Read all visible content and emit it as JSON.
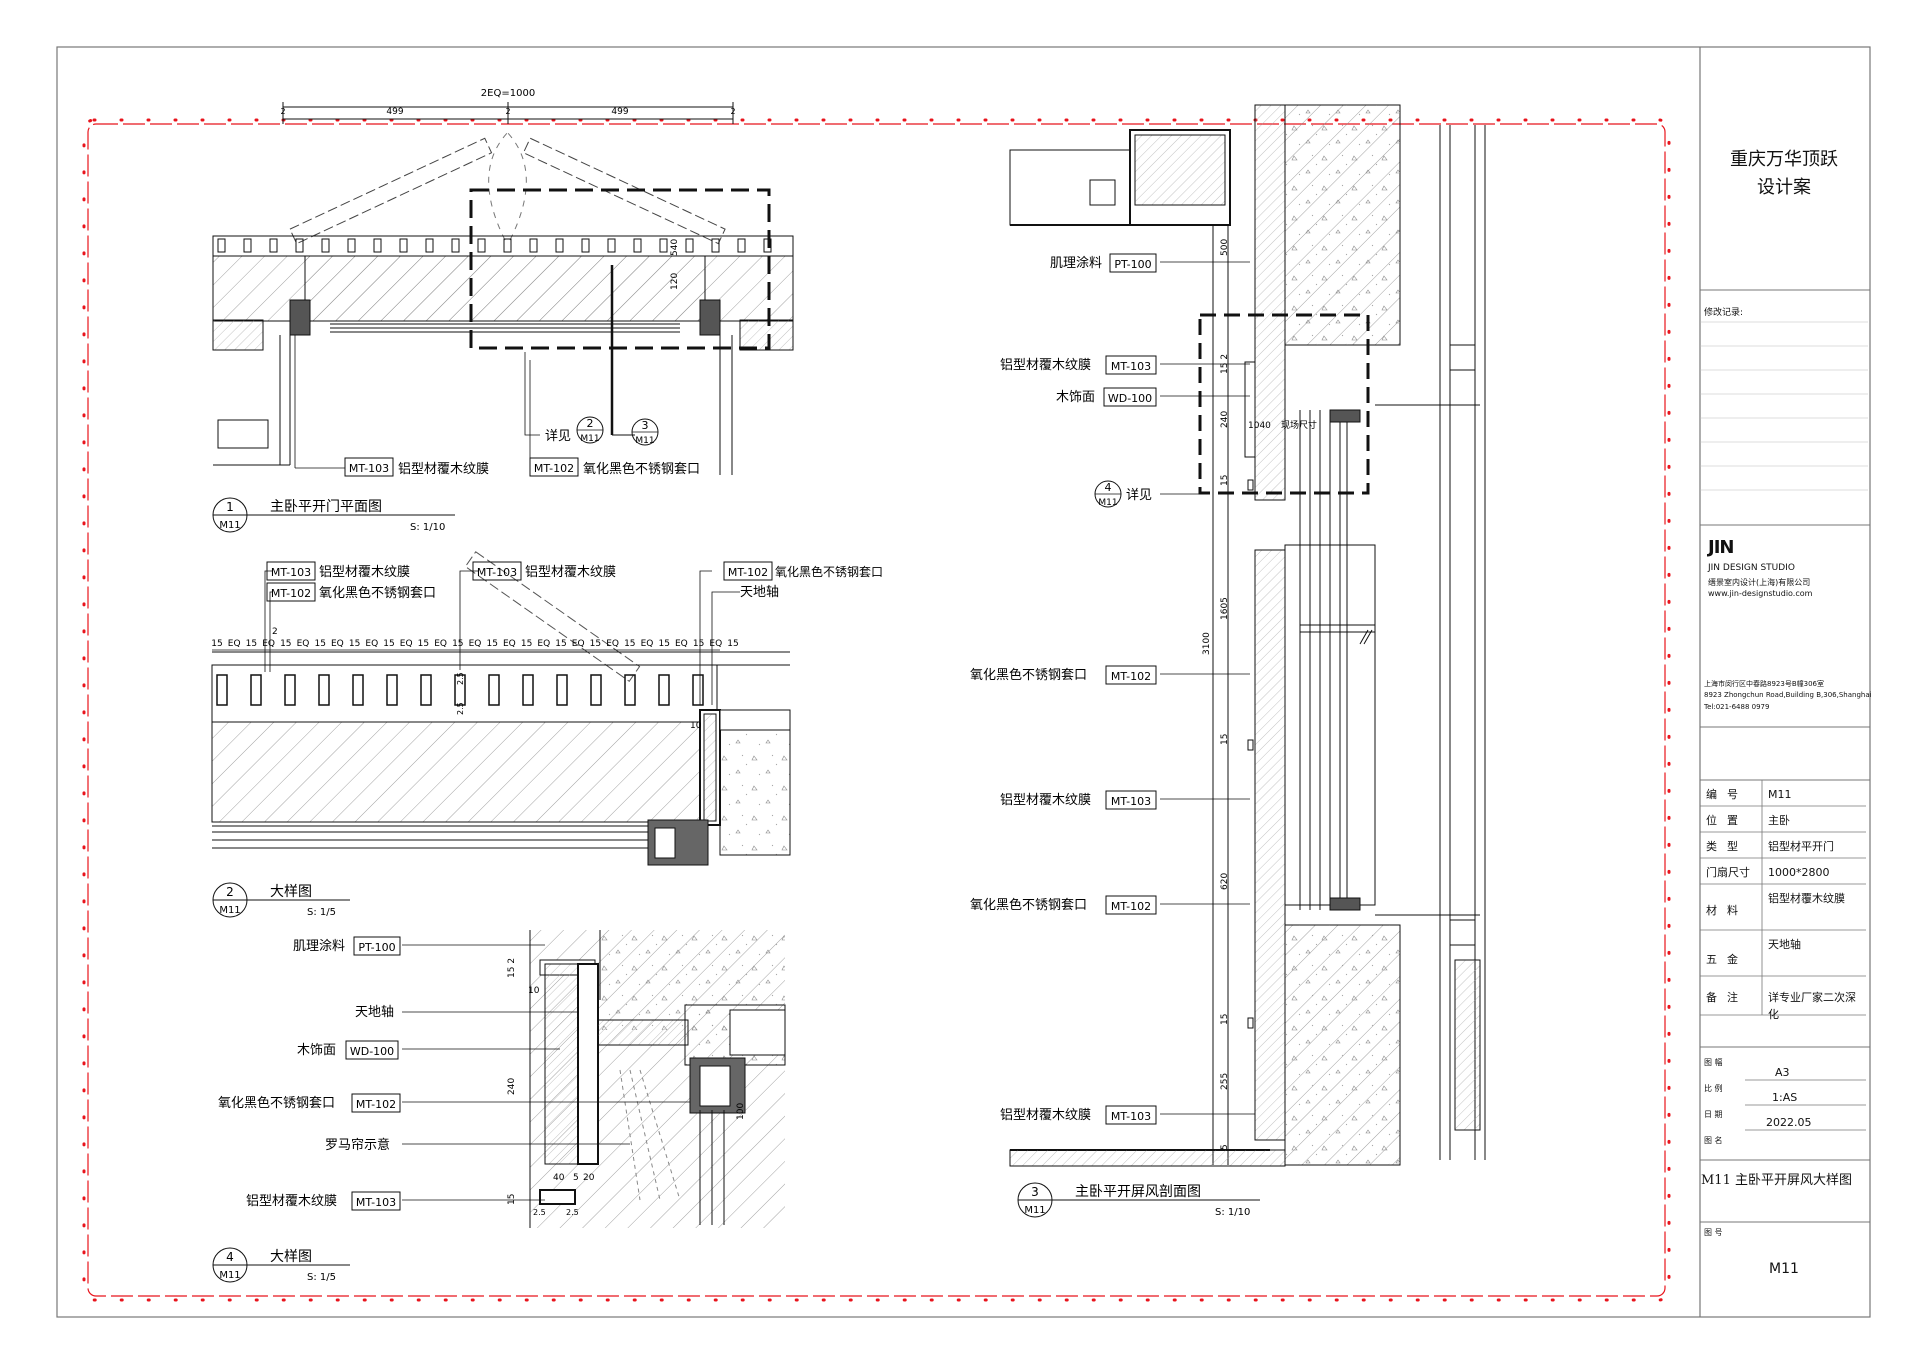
{
  "title_block": {
    "project_title_line1": "重庆万华顶跃",
    "project_title_line2": "设计案",
    "revision_label": "修改记录:",
    "studio_logo": "JIN",
    "studio_name_en": "JIN DESIGN STUDIO",
    "studio_name_cn": "缙景室内设计(上海)有限公司",
    "studio_web": "www.jin-designstudio.com",
    "address_cn": "上海市闵行区中春路8923号B幢306室",
    "address_en": "8923 Zhongchun Road,Building B,306,Shanghai",
    "tel": "Tel:021-6488 0979",
    "rows": [
      {
        "key": "编号",
        "value": "M11"
      },
      {
        "key": "位置",
        "value": "主卧"
      },
      {
        "key": "类型",
        "value": "铝型材平开门"
      },
      {
        "key": "门扇尺寸",
        "value": "1000*2800"
      },
      {
        "key": "材料",
        "value": "铝型材覆木纹膜"
      },
      {
        "key": "五金",
        "value": "天地轴"
      },
      {
        "key": "备注",
        "value": "详专业厂家二次深化"
      }
    ],
    "sheet_size_label": "图 幅",
    "sheet_size": "A3",
    "scale_label": "比 例",
    "scale": "1:AS",
    "date_label": "日 期",
    "date": "2022.05",
    "drawing_name_label": "图 名",
    "drawing_name": "M11 主卧平开屏风大样图",
    "drawing_no_label": "图 号",
    "drawing_no": "M11"
  },
  "details": {
    "d1": {
      "num": "1",
      "ref": "M11",
      "title": "主卧平开门平面图",
      "scale": "S: 1/10"
    },
    "d2": {
      "num": "2",
      "ref": "M11",
      "title": "大样图",
      "scale": "S: 1/5"
    },
    "d3": {
      "num": "3",
      "ref": "M11",
      "title": "主卧平开屏风剖面图",
      "scale": "S: 1/10"
    },
    "d4": {
      "num": "4",
      "ref": "M11",
      "title": "大样图",
      "scale": "S: 1/5"
    }
  },
  "dimensions": {
    "d1_top": "2EQ=1000",
    "d1_half": "499",
    "d1_small": "2",
    "d1_v1": "540",
    "d1_v2": "120",
    "d2_eq": "EQ",
    "d2_15": "15",
    "d2_10": "10",
    "d2_25": "2.5",
    "d2_2": "2",
    "d3_500": "500",
    "d3_152": "15 2",
    "d3_240": "240",
    "d3_15": "15",
    "d3_1040": "1040",
    "d3_site": "现场尺寸",
    "d3_1605": "1605",
    "d3_3100": "3100",
    "d3_620": "620",
    "d3_255": "255",
    "d3_5": "5",
    "d4_152": "15 2",
    "d4_10": "10",
    "d4_240": "240",
    "d4_100": "100",
    "d4_40": "40",
    "d4_20": "20",
    "d4_25": "2.5",
    "d4_15": "15"
  },
  "callouts": {
    "see_detail": "详见",
    "mt103_code": "MT-103",
    "mt103_text": "铝型材覆木纹膜",
    "mt102_code": "MT-102",
    "mt102_text": "氧化黑色不锈钢套口",
    "pt100_code": "PT-100",
    "pt100_text": "肌理涂料",
    "wd100_code": "WD-100",
    "wd100_text": "木饰面",
    "pivot_text": "天地轴",
    "roman_blind": "罗马帘示意",
    "ref_2": "2",
    "ref_3": "3",
    "ref_4": "4",
    "ref_m11": "M11"
  },
  "colors": {
    "revision_cloud": "#e8141c",
    "line": "#111111",
    "hatch": "#9a9a9a"
  }
}
